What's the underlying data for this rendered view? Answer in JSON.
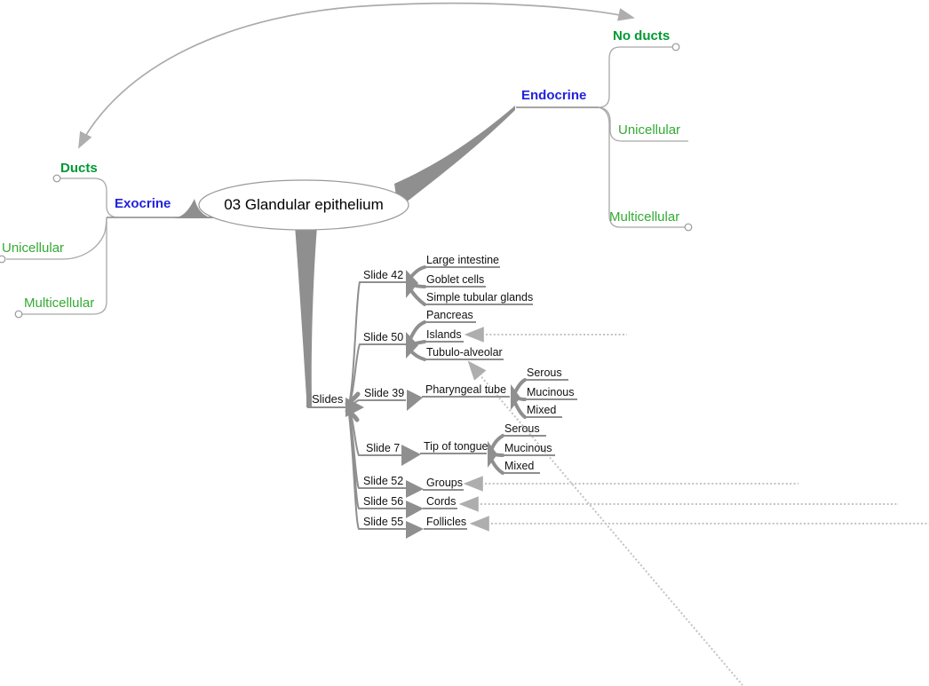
{
  "app": {
    "type": "mind-map",
    "background": "#ffffff"
  },
  "colors": {
    "branch_blue": "#2222dd",
    "bold_green": "#009933",
    "green": "#33aa33",
    "branch_gray": "#8f8f8f",
    "line_gray": "#a8a8a8",
    "dotted_gray": "#c3c3c3"
  },
  "map": {
    "root": {
      "label": "03 Glandular epithelium"
    },
    "right": {
      "endocrine": {
        "label": "Endocrine"
      },
      "no_ducts": {
        "label": "No ducts"
      },
      "unicellular": {
        "label": "Unicellular"
      },
      "multicellular": {
        "label": "Multicellular"
      }
    },
    "left": {
      "exocrine": {
        "label": "Exocrine"
      },
      "ducts": {
        "label": "Ducts"
      },
      "unicellular": {
        "label": "Unicellular"
      },
      "multicellular": {
        "label": "Multicellular"
      }
    },
    "slides": {
      "label": "Slides",
      "slide42": {
        "label": "Slide 42",
        "children": [
          "Large intestine",
          "Goblet cells",
          "Simple tubular glands"
        ]
      },
      "slide50": {
        "label": "Slide 50",
        "children": [
          "Pancreas",
          "Islands",
          "Tubulo-alveolar"
        ]
      },
      "slide39": {
        "label": "Slide 39",
        "child": {
          "label": "Pharyngeal tube",
          "children": [
            "Serous",
            "Mucinous",
            "Mixed"
          ]
        }
      },
      "slide7": {
        "label": "Slide 7",
        "child": {
          "label": "Tip of tongue",
          "children": [
            "Serous",
            "Mucinous",
            "Mixed"
          ]
        }
      },
      "slide52": {
        "label": "Slide 52",
        "children": [
          "Groups"
        ]
      },
      "slide56": {
        "label": "Slide 56",
        "children": [
          "Cords"
        ]
      },
      "slide55": {
        "label": "Slide 55",
        "children": [
          "Follicles"
        ]
      }
    },
    "links": [
      {
        "type": "curved-arrow",
        "from": "No ducts",
        "to": "Ducts",
        "ends": "both"
      },
      {
        "type": "dotted-arrow",
        "to": "Islands",
        "from": "off-screen-right"
      },
      {
        "type": "dotted-arrow",
        "to": "Tubulo-alveolar",
        "from": "off-screen-bottom-right"
      },
      {
        "type": "dotted-arrow",
        "to": "Groups",
        "from": "off-screen-right"
      },
      {
        "type": "dotted-arrow",
        "to": "Cords",
        "from": "off-screen-right"
      },
      {
        "type": "dotted-arrow",
        "to": "Follicles",
        "from": "off-screen-right"
      }
    ]
  }
}
